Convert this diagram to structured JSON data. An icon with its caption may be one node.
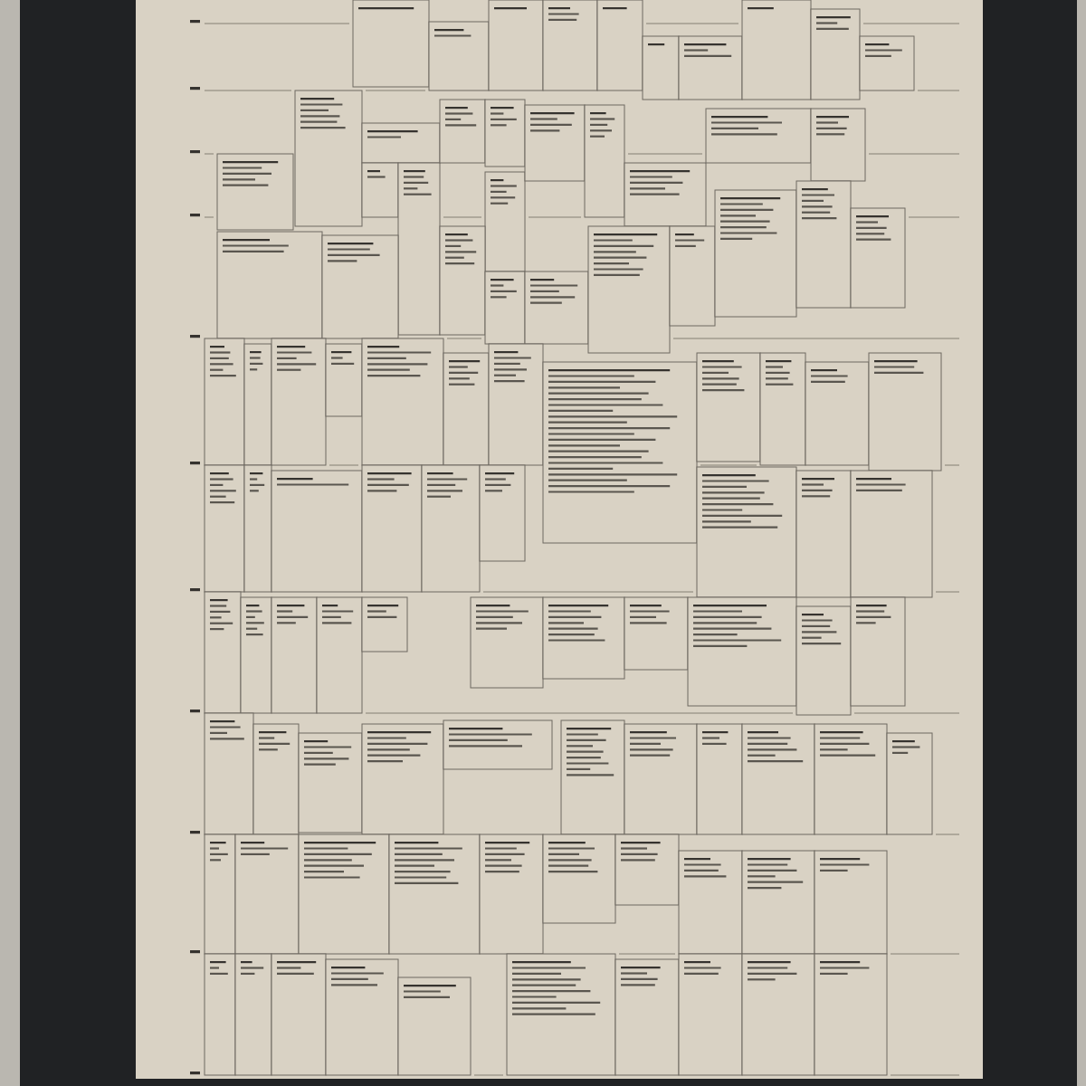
{
  "diagram": {
    "nodes": [
      {
        "text": [],
        "shape": "box"
      },
      {
        "text": [],
        "shape": "box"
      },
      {
        "text": [],
        "shape": "box"
      },
      {
        "text": [],
        "shape": "box"
      },
      {
        "text": [],
        "shape": "box"
      },
      {
        "text": [],
        "shape": "box"
      },
      {
        "text": [],
        "shape": "box"
      },
      {
        "text": [],
        "shape": "box"
      },
      {
        "text": [],
        "shape": "box"
      },
      {
        "text": [],
        "shape": "box"
      },
      {
        "text": [],
        "shape": "box"
      },
      {
        "text": [],
        "shape": "box"
      },
      {
        "text": [],
        "shape": "box"
      },
      {
        "text": [],
        "shape": "box"
      },
      {
        "text": [],
        "shape": "box"
      },
      {
        "text": [],
        "shape": "box"
      },
      {
        "text": [],
        "shape": "box"
      },
      {
        "text": [],
        "shape": "box"
      },
      {
        "text": [],
        "shape": "box"
      },
      {
        "text": [],
        "shape": "box"
      },
      {
        "text": [],
        "shape": "box"
      },
      {
        "text": [],
        "shape": "box"
      },
      {
        "text": [],
        "shape": "box"
      },
      {
        "text": [],
        "shape": "box"
      },
      {
        "text": [],
        "shape": "box"
      },
      {
        "text": [],
        "shape": "box"
      },
      {
        "text": [],
        "shape": "box"
      },
      {
        "text": [],
        "shape": "box"
      },
      {
        "text": [],
        "shape": "box"
      },
      {
        "text": [],
        "shape": "box"
      },
      {
        "text": [],
        "shape": "box"
      },
      {
        "text": [],
        "shape": "box"
      },
      {
        "text": [],
        "shape": "box"
      },
      {
        "text": [],
        "shape": "box"
      },
      {
        "text": [],
        "shape": "box"
      },
      {
        "text": [],
        "shape": "box"
      },
      {
        "text": [],
        "shape": "box"
      },
      {
        "text": [],
        "shape": "box"
      },
      {
        "text": [],
        "shape": "box"
      },
      {
        "text": [],
        "shape": "box"
      },
      {
        "text": [],
        "shape": "box"
      },
      {
        "text": [],
        "shape": "box"
      },
      {
        "text": [],
        "shape": "box"
      },
      {
        "text": [],
        "shape": "box"
      },
      {
        "text": [],
        "shape": "box"
      },
      {
        "text": [],
        "shape": "box"
      },
      {
        "text": [],
        "shape": "box"
      },
      {
        "text": [],
        "shape": "box"
      },
      {
        "text": [],
        "shape": "box"
      },
      {
        "text": [],
        "shape": "box"
      },
      {
        "text": [],
        "shape": "box"
      },
      {
        "text": [],
        "shape": "box"
      },
      {
        "text": [],
        "shape": "box"
      },
      {
        "text": [],
        "shape": "box"
      },
      {
        "text": [],
        "shape": "box"
      },
      {
        "text": [],
        "shape": "box"
      },
      {
        "text": [],
        "shape": "box"
      },
      {
        "text": [],
        "shape": "box"
      },
      {
        "text": [],
        "shape": "box"
      },
      {
        "text": [],
        "shape": "box"
      },
      {
        "text": [],
        "shape": "box"
      },
      {
        "text": [],
        "shape": "box"
      },
      {
        "text": [],
        "shape": "box"
      },
      {
        "text": [],
        "shape": "box"
      },
      {
        "text": [],
        "shape": "box"
      },
      {
        "text": [],
        "shape": "box"
      },
      {
        "text": [],
        "shape": "box"
      },
      {
        "text": [],
        "shape": "box"
      },
      {
        "text": [],
        "shape": "box"
      },
      {
        "text": [],
        "shape": "box"
      },
      {
        "text": [],
        "shape": "box"
      },
      {
        "text": [],
        "shape": "box"
      },
      {
        "text": [],
        "shape": "box"
      },
      {
        "text": [],
        "shape": "box"
      },
      {
        "text": [],
        "shape": "box"
      },
      {
        "text": [],
        "shape": "box"
      },
      {
        "text": [],
        "shape": "box"
      },
      {
        "text": [],
        "shape": "box"
      },
      {
        "text": [],
        "shape": "box"
      },
      {
        "text": [],
        "shape": "box"
      },
      {
        "text": [],
        "shape": "box"
      },
      {
        "text": [],
        "shape": "box"
      },
      {
        "text": [],
        "shape": "box"
      },
      {
        "text": [],
        "shape": "box"
      },
      {
        "text": [],
        "shape": "box"
      },
      {
        "text": [],
        "shape": "box"
      },
      {
        "text": [],
        "shape": "box"
      },
      {
        "text": [],
        "shape": "box"
      },
      {
        "text": [],
        "shape": "box"
      },
      {
        "text": [],
        "shape": "box"
      },
      {
        "text": [],
        "shape": "box"
      },
      {
        "text": [],
        "shape": "box"
      },
      {
        "text": [],
        "shape": "box"
      },
      {
        "text": [],
        "shape": "box"
      },
      {
        "text": [],
        "shape": "box"
      },
      {
        "text": [],
        "shape": "box"
      }
    ]
  }
}
